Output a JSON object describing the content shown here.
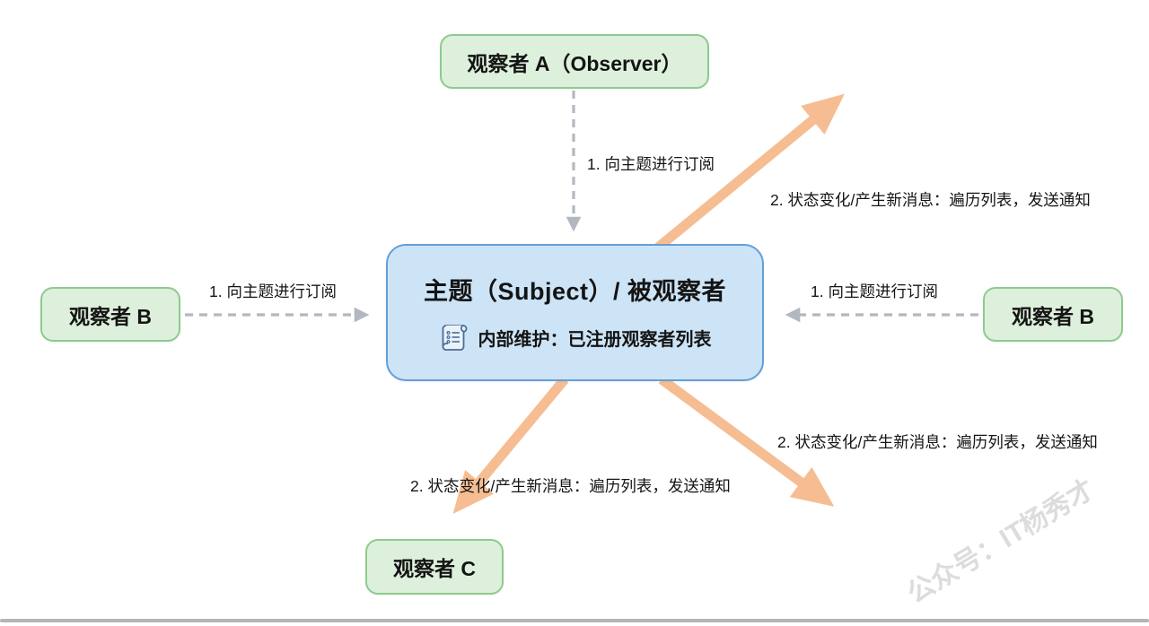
{
  "colors": {
    "observer_fill": "#ddf0dc",
    "observer_border": "#8fca8e",
    "subject_fill": "#cde4f6",
    "subject_border": "#649fd6",
    "arrow_dashed": "#b2b8c0",
    "arrow_notify": "#f6bd92",
    "label_color": "#151515",
    "watermark_color": "#dcdcdc"
  },
  "nodes": {
    "observer_a": "观察者 A（Observer）",
    "subject_title": "主题（Subject）/ 被观察者",
    "subject_note": "内部维护：已注册观察者列表",
    "observer_b_left": "观察者 B",
    "observer_b_right": "观察者 B",
    "observer_c": "观察者 C"
  },
  "labels": {
    "subscribe_top": "1. 向主题进行订阅",
    "subscribe_left": "1. 向主题进行订阅",
    "subscribe_right": "1. 向主题进行订阅",
    "notify_top_right": "2. 状态变化/产生新消息：遍历列表，发送通知",
    "notify_bottom_left": "2. 状态变化/产生新消息：遍历列表，发送通知",
    "notify_bottom_right": "2. 状态变化/产生新消息：遍历列表，发送通知"
  },
  "watermark": "公众号：IT杨秀才"
}
